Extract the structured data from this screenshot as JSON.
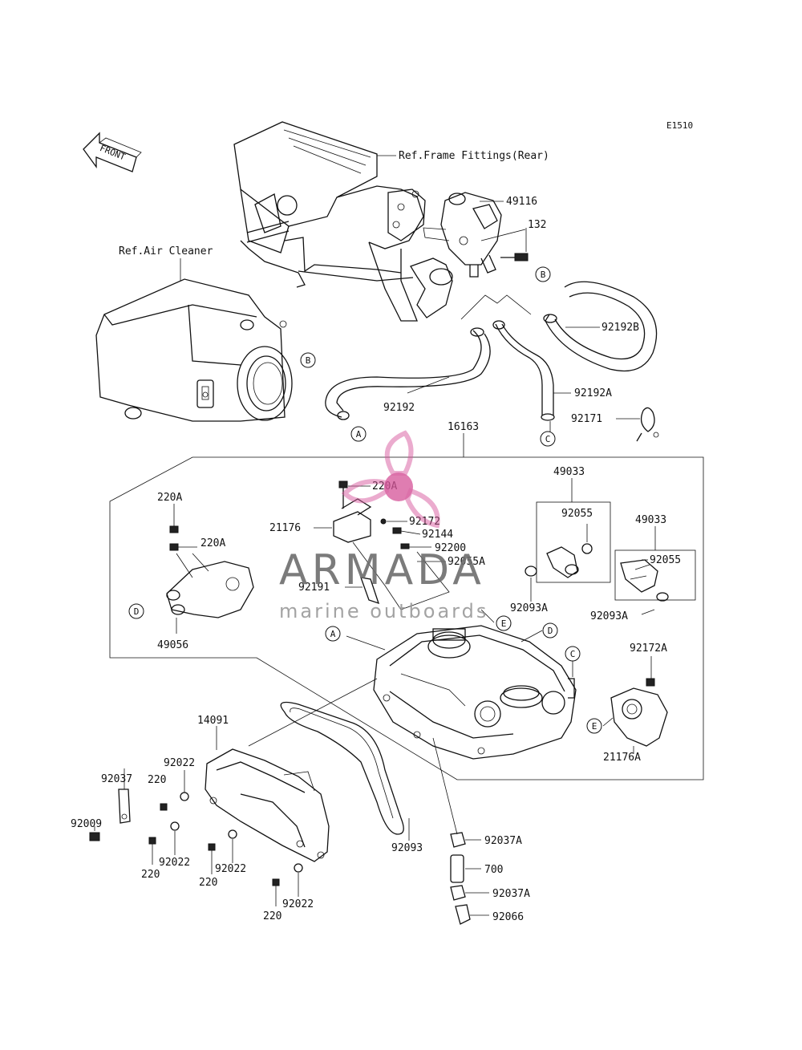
{
  "diagram_code": "E1510",
  "front_label": "FRONT",
  "refs": {
    "frame": "Ref.Frame Fittings(Rear)",
    "air_cleaner": "Ref.Air Cleaner"
  },
  "parts": [
    {
      "id": "p49116",
      "text": "49116"
    },
    {
      "id": "p132",
      "text": "132"
    },
    {
      "id": "p92192B",
      "text": "92192B"
    },
    {
      "id": "p92192",
      "text": "92192"
    },
    {
      "id": "p92192A",
      "text": "92192A"
    },
    {
      "id": "p92171",
      "text": "92171"
    },
    {
      "id": "p16163",
      "text": "16163"
    },
    {
      "id": "p49033a",
      "text": "49033"
    },
    {
      "id": "p92055a",
      "text": "92055"
    },
    {
      "id": "p49033b",
      "text": "49033"
    },
    {
      "id": "p92055b",
      "text": "92055"
    },
    {
      "id": "p92093A_b",
      "text": "92093A"
    },
    {
      "id": "p92093A_a",
      "text": "92093A"
    },
    {
      "id": "p220A_top",
      "text": "220A"
    },
    {
      "id": "p21176",
      "text": "21176"
    },
    {
      "id": "p92172",
      "text": "92172"
    },
    {
      "id": "p92144",
      "text": "92144"
    },
    {
      "id": "p92200",
      "text": "92200"
    },
    {
      "id": "p92055A",
      "text": "92055A"
    },
    {
      "id": "p92191",
      "text": "92191"
    },
    {
      "id": "p220A_l1",
      "text": "220A"
    },
    {
      "id": "p220A_l2",
      "text": "220A"
    },
    {
      "id": "p49056",
      "text": "49056"
    },
    {
      "id": "p92172A",
      "text": "92172A"
    },
    {
      "id": "p21176A",
      "text": "21176A"
    },
    {
      "id": "p14091",
      "text": "14091"
    },
    {
      "id": "p92022_a",
      "text": "92022"
    },
    {
      "id": "p220_a",
      "text": "220"
    },
    {
      "id": "p92037",
      "text": "92037"
    },
    {
      "id": "p92009",
      "text": "92009"
    },
    {
      "id": "p220_b",
      "text": "220"
    },
    {
      "id": "p92022_b",
      "text": "92022"
    },
    {
      "id": "p220_c",
      "text": "220"
    },
    {
      "id": "p92022_c",
      "text": "92022"
    },
    {
      "id": "p220_d",
      "text": "220"
    },
    {
      "id": "p92022_d",
      "text": "92022"
    },
    {
      "id": "p92093",
      "text": "92093"
    },
    {
      "id": "p92037A_a",
      "text": "92037A"
    },
    {
      "id": "p700",
      "text": "700"
    },
    {
      "id": "p92037A_b",
      "text": "92037A"
    },
    {
      "id": "p92066",
      "text": "92066"
    }
  ],
  "connectors": [
    {
      "id": "cB1",
      "text": "B"
    },
    {
      "id": "cB2",
      "text": "B"
    },
    {
      "id": "cA1",
      "text": "A"
    },
    {
      "id": "cC1",
      "text": "C"
    },
    {
      "id": "cD1",
      "text": "D"
    },
    {
      "id": "cA2",
      "text": "A"
    },
    {
      "id": "cE1",
      "text": "E"
    },
    {
      "id": "cD2",
      "text": "D"
    },
    {
      "id": "cC2",
      "text": "C"
    },
    {
      "id": "cE2",
      "text": "E"
    }
  ],
  "watermark": {
    "title": "ARMADA",
    "subtitle": "marine outboards",
    "logo_color": "#d6569a"
  }
}
